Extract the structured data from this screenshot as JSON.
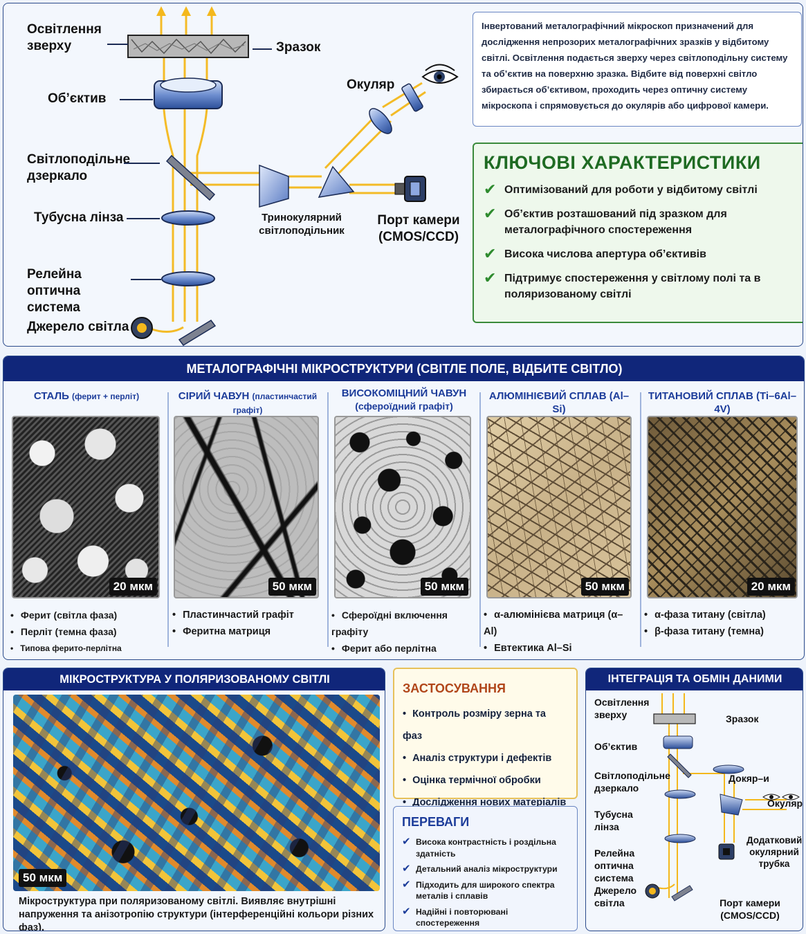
{
  "diagram": {
    "labels": {
      "top_light": "Освітлення зверху",
      "sample": "Зразок",
      "objective": "Об’єктив",
      "eyepiece": "Окуляр",
      "beamsplitter": "Світлоподільне дзеркало",
      "tube_lens": "Тубусна лінза",
      "trinocular": "Тринокулярний світлоподільник",
      "camera_port": "Порт камери (CMOS/CCD)",
      "relay": "Релейна оптична система",
      "light_source": "Джерело світла"
    }
  },
  "intro": {
    "text": "Інвертований металографічний мікроскоп призначений для дослідження непрозорих металографічних зразків у відбитому світлі. Освітлення подається зверху через світлоподільну систему та об’єктив на поверхню зразка. Відбите від поверхні світло збирається об’єктивом, проходить через оптичну систему мікроскопа і спрямовується до окулярів або цифрової камери."
  },
  "key_features": {
    "title": "КЛЮЧОВІ ХАРАКТЕРИСТИКИ",
    "items": [
      "Оптимізований для роботи у відбитому світлі",
      "Об’єктив розташований під зразком для металографічного спостереження",
      "Висока числова апертура об’єктивів",
      "Підтримує спостереження у світлому полі та в поляризованому світлі"
    ]
  },
  "microstructures": {
    "title": "МЕТАЛОГРАФІЧНІ МІКРОСТРУКТУРИ (СВІТЛЕ ПОЛЕ, ВІДБИТЕ СВІТЛО)",
    "samples": [
      {
        "name": "СТАЛЬ",
        "sub": "(ферит + перліт)",
        "scale": "20 мкм",
        "bullets": [
          "Ферит (світла фаза)",
          "Перліт (темна фаза)",
          "Типова ферито-перлітна структура"
        ]
      },
      {
        "name": "СІРИЙ ЧАВУН",
        "sub": "(пластинчастий графіт)",
        "scale": "50 мкм",
        "bullets": [
          "Пластинчастий графіт",
          "Феритна матриця"
        ]
      },
      {
        "name": "ВИСОКОМІЦНИЙ ЧАВУН",
        "sub": "(сфероїдний графіт)",
        "scale": "50 мкм",
        "bullets": [
          "Сфероїдні включення графіту",
          "Ферит або перлітна матриця"
        ]
      },
      {
        "name": "АЛЮМІНІЄВИЙ СПЛАВ",
        "sub": "(Al–Si)",
        "scale": "50 мкм",
        "bullets": [
          "α-алюмінієва матриця (α–Al)",
          "Евтектика Al–Si"
        ]
      },
      {
        "name": "ТИТАНОВИЙ СПЛАВ",
        "sub": "(Ti–6Al–4V)",
        "scale": "20 мкм",
        "bullets": [
          "α-фаза титану (світла)",
          "β-фаза титану (темна)"
        ]
      }
    ]
  },
  "polarized": {
    "title": "МІКРОСТРУКТУРА У ПОЛЯРИЗОВАНОМУ СВІТЛІ",
    "scale": "50 мкм",
    "caption": "Мікроструктура при поляризованому світлі. Виявляє внутрішні напруження та анізотропію структури (інтерференційні кольори різних фаз)."
  },
  "applications": {
    "title": "ЗАСТОСУВАННЯ",
    "items": [
      "Контроль розміру зерна та фаз",
      "Аналіз структури і дефектів",
      "Оцінка термічної обробки",
      "Дослідження нових матеріалів"
    ]
  },
  "advantages": {
    "title": "ПЕРЕВАГИ",
    "items": [
      "Висока контрастність і роздільна здатність",
      "Детальний аналіз мікроструктури",
      "Підходить для широкого спектра металів і сплавів",
      "Надійні і повторювані спостереження"
    ]
  },
  "integration": {
    "title": "ІНТЕГРАЦІЯ ТА ОБМІН ДАНИМИ",
    "labels": {
      "top_light": "Освітлення зверху",
      "sample": "Зразок",
      "objective": "Об’єктив",
      "beamsplitter": "Світлоподільне дзеркало",
      "docker": "Докяр–и",
      "eyepiece": "Окуляр",
      "tube_lens": "Тубусна лінза",
      "relay": "Релейна оптична система",
      "extra_tube": "Додатковий окулярний трубка",
      "light_source": "Джерело світла",
      "camera_port": "Порт камери (CMOS/CCD)"
    }
  },
  "colors": {
    "navy": "#10267a",
    "beam": "#f4b81c",
    "green": "#2e8b2e",
    "accent": "#1c3c9a"
  }
}
